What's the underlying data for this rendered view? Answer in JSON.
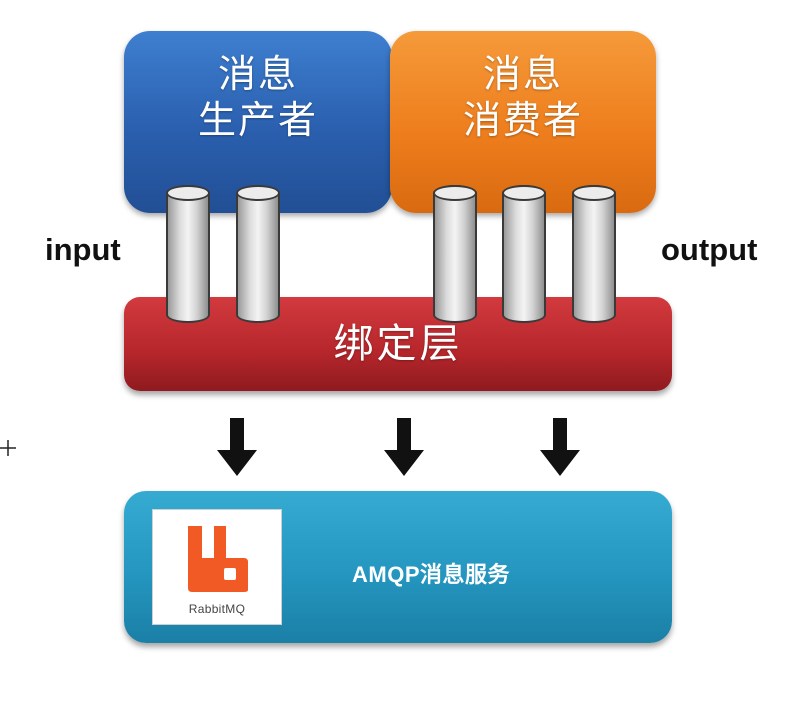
{
  "producer": {
    "line1": "消息",
    "line2": "生产者"
  },
  "consumer": {
    "line1": "消息",
    "line2": "消费者"
  },
  "input_label": "input",
  "output_label": "output",
  "binder_label": "绑定层",
  "service": {
    "label": "AMQP消息服务",
    "logo_text": "RabbitMQ"
  },
  "icons": {
    "arrow": "down-arrow-icon",
    "logo": "rabbitmq-logo-icon",
    "cursor": "crosshair-cursor-icon"
  },
  "colors": {
    "producer": "#2a5fae",
    "consumer": "#ee7e1d",
    "binder": "#b5262b",
    "service": "#2496bf",
    "logo": "#f15a24"
  }
}
